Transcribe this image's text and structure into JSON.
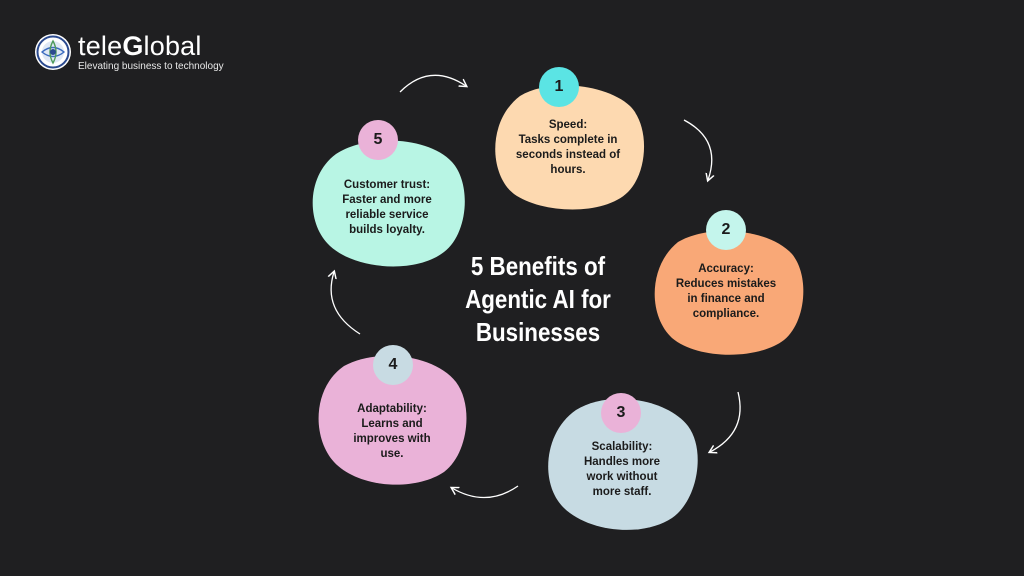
{
  "brand": {
    "name_light": "tele",
    "name_bold": "G",
    "name_rest": "lobal",
    "tagline": "Elevating business to technology"
  },
  "title_lines": [
    "5 Benefits of",
    "Agentic AI for",
    "Businesses"
  ],
  "benefits": [
    {
      "number": "1",
      "lines": [
        "Speed:",
        "Tasks complete in",
        "seconds instead of",
        "hours."
      ],
      "blob_color": "#fdd9b0",
      "badge_color": "#5be4e4"
    },
    {
      "number": "2",
      "lines": [
        "Accuracy:",
        "Reduces mistakes",
        "in finance and",
        "compliance."
      ],
      "blob_color": "#f9a877",
      "badge_color": "#c4f5ec"
    },
    {
      "number": "3",
      "lines": [
        "Scalability:",
        "Handles more",
        "work without",
        "more staff."
      ],
      "blob_color": "#c7dbe3",
      "badge_color": "#eab2d8"
    },
    {
      "number": "4",
      "lines": [
        "Adaptability:",
        "Learns and",
        "improves with",
        "use."
      ],
      "blob_color": "#eab2d8",
      "badge_color": "#c8dbe3"
    },
    {
      "number": "5",
      "lines": [
        "Customer trust:",
        "Faster and more",
        "reliable service",
        "builds loyalty."
      ],
      "blob_color": "#b8f5e4",
      "badge_color": "#eab2d8"
    }
  ],
  "colors": {
    "background": "#1f1f21",
    "arrow": "#ffffff",
    "text": "#1b1b1b"
  }
}
